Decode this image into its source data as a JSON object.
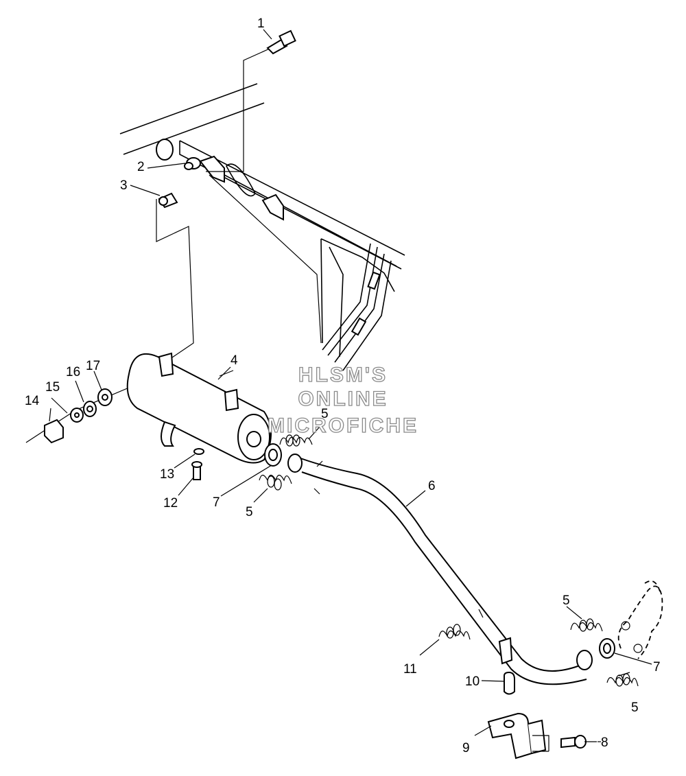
{
  "watermark": {
    "line1": "HLSM'S",
    "line2": "ONLINE",
    "line3": "MICROFICHE"
  },
  "callouts": [
    {
      "id": "c1",
      "text": "1"
    },
    {
      "id": "c2",
      "text": "2"
    },
    {
      "id": "c3",
      "text": "3"
    },
    {
      "id": "c4",
      "text": "4"
    },
    {
      "id": "c5a",
      "text": "5"
    },
    {
      "id": "c5b",
      "text": "5"
    },
    {
      "id": "c5c",
      "text": "5"
    },
    {
      "id": "c5d",
      "text": "5"
    },
    {
      "id": "c6",
      "text": "6"
    },
    {
      "id": "c7a",
      "text": "7"
    },
    {
      "id": "c7b",
      "text": "7"
    },
    {
      "id": "c8",
      "text": "8"
    },
    {
      "id": "c9",
      "text": "9"
    },
    {
      "id": "c10",
      "text": "10"
    },
    {
      "id": "c11",
      "text": "11"
    },
    {
      "id": "c12",
      "text": "12"
    },
    {
      "id": "c13",
      "text": "13"
    },
    {
      "id": "c14",
      "text": "14"
    },
    {
      "id": "c15",
      "text": "15"
    },
    {
      "id": "c16",
      "text": "16"
    },
    {
      "id": "c17",
      "text": "17"
    }
  ]
}
